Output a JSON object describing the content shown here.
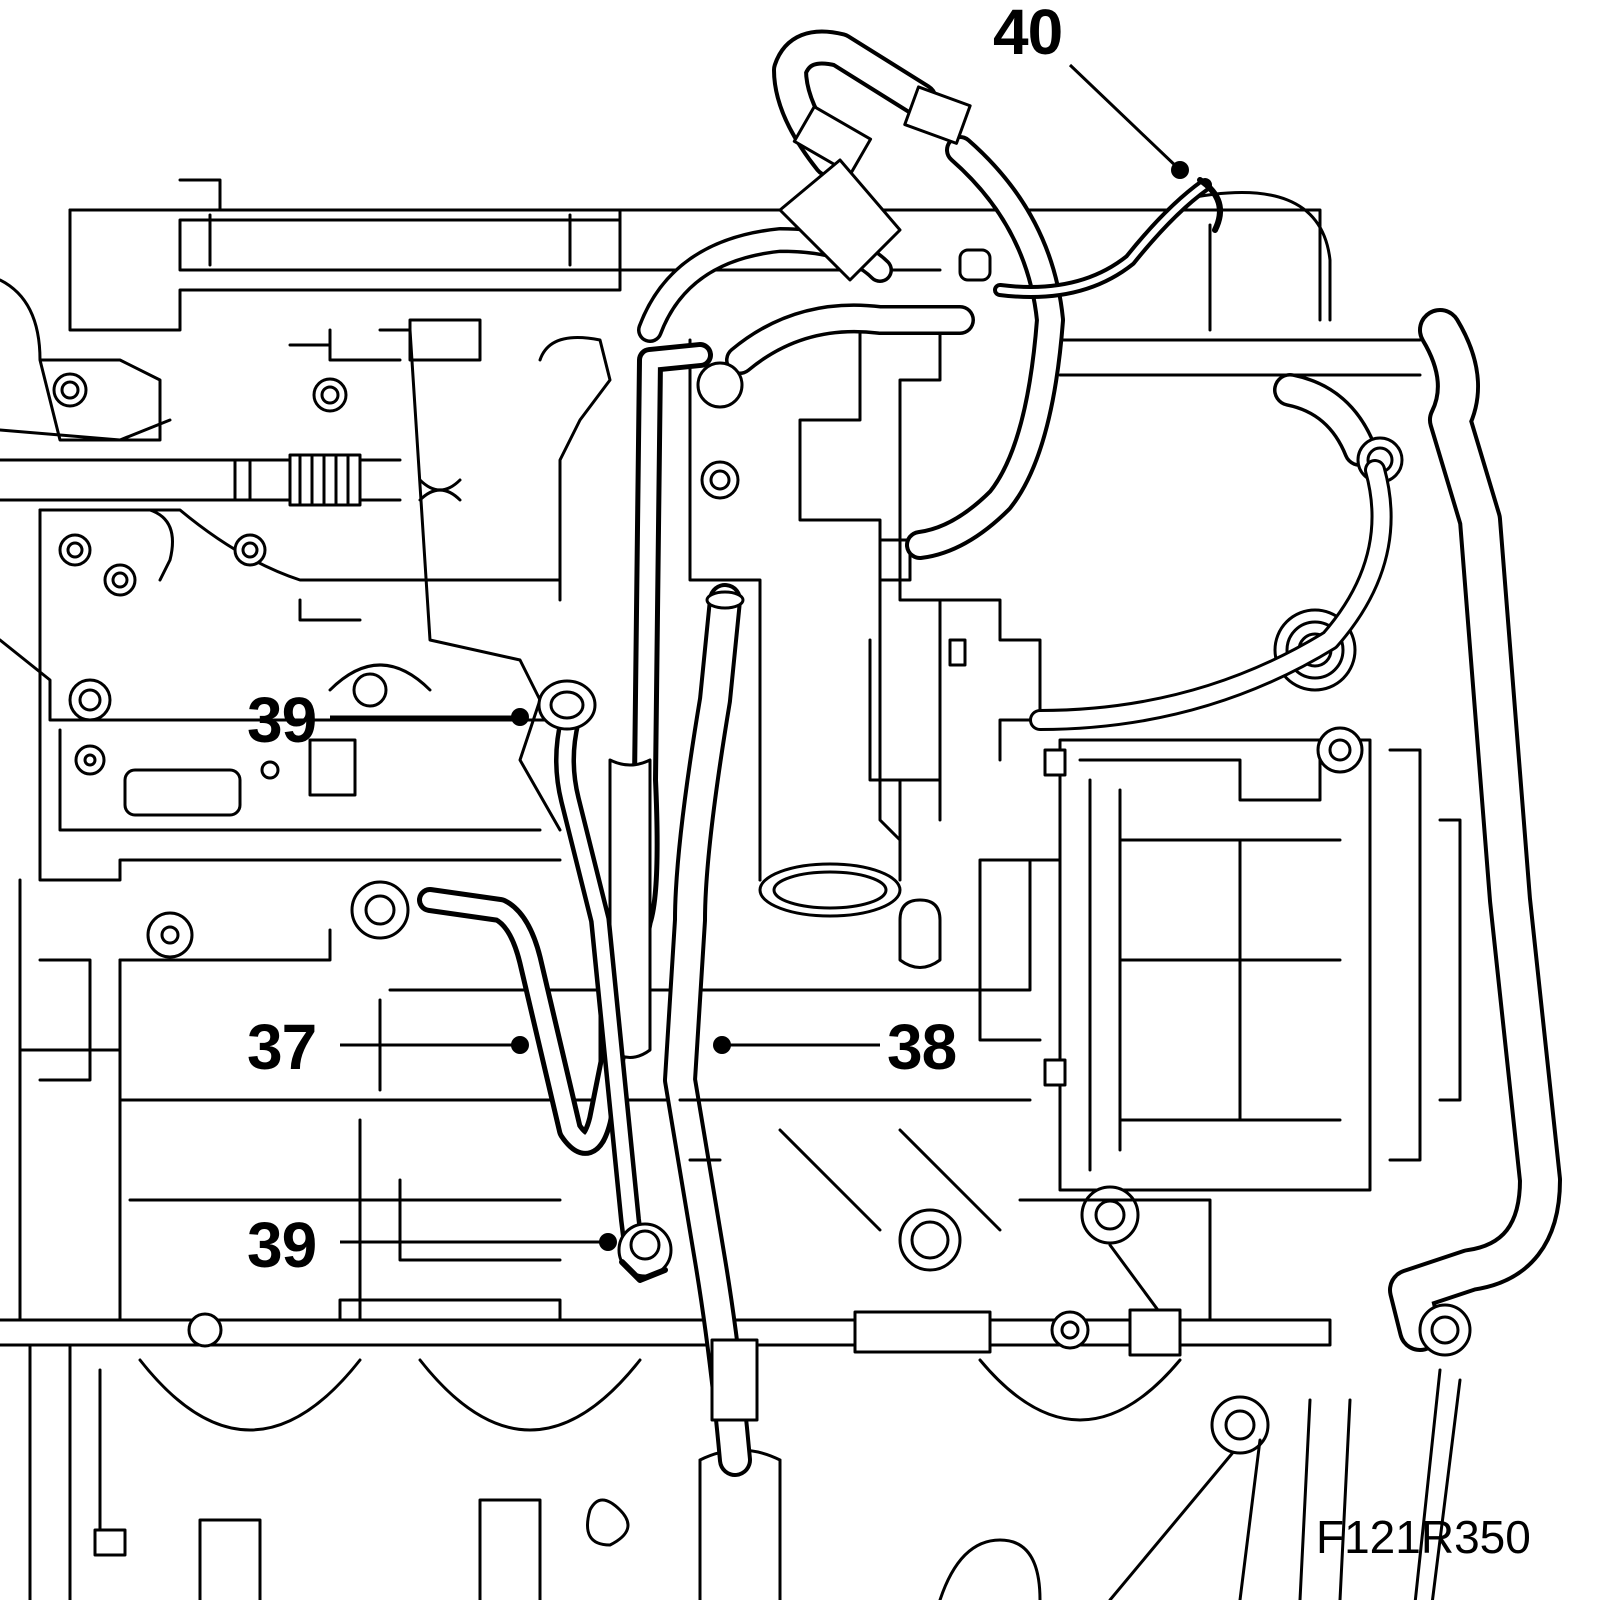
{
  "figure": {
    "code": "F121R350"
  },
  "callouts": [
    {
      "id": "40",
      "label": "40"
    },
    {
      "id": "39-upper",
      "label": "39"
    },
    {
      "id": "37",
      "label": "37"
    },
    {
      "id": "38",
      "label": "38"
    },
    {
      "id": "39-lower",
      "label": "39"
    }
  ],
  "colors": {
    "line": "#000000",
    "background": "#ffffff"
  }
}
